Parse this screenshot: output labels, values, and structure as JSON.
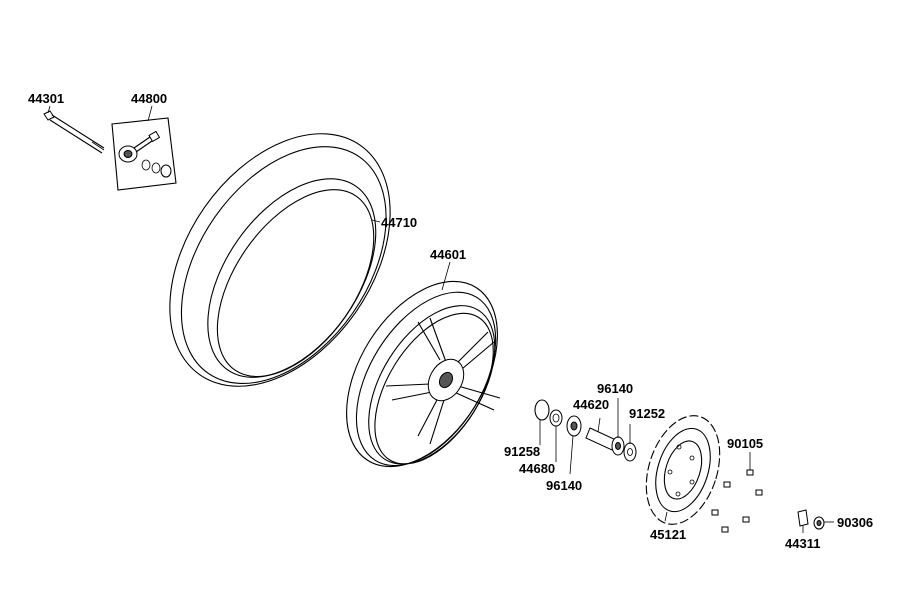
{
  "parts": {
    "p44301": "44301",
    "p44800": "44800",
    "p44710": "44710",
    "p44601": "44601",
    "p96140_top": "96140",
    "p44620": "44620",
    "p91252": "91252",
    "p91258": "91258",
    "p44680": "44680",
    "p96140_bottom": "96140",
    "p90105": "90105",
    "p45121": "45121",
    "p90306": "90306",
    "p44311": "44311"
  }
}
